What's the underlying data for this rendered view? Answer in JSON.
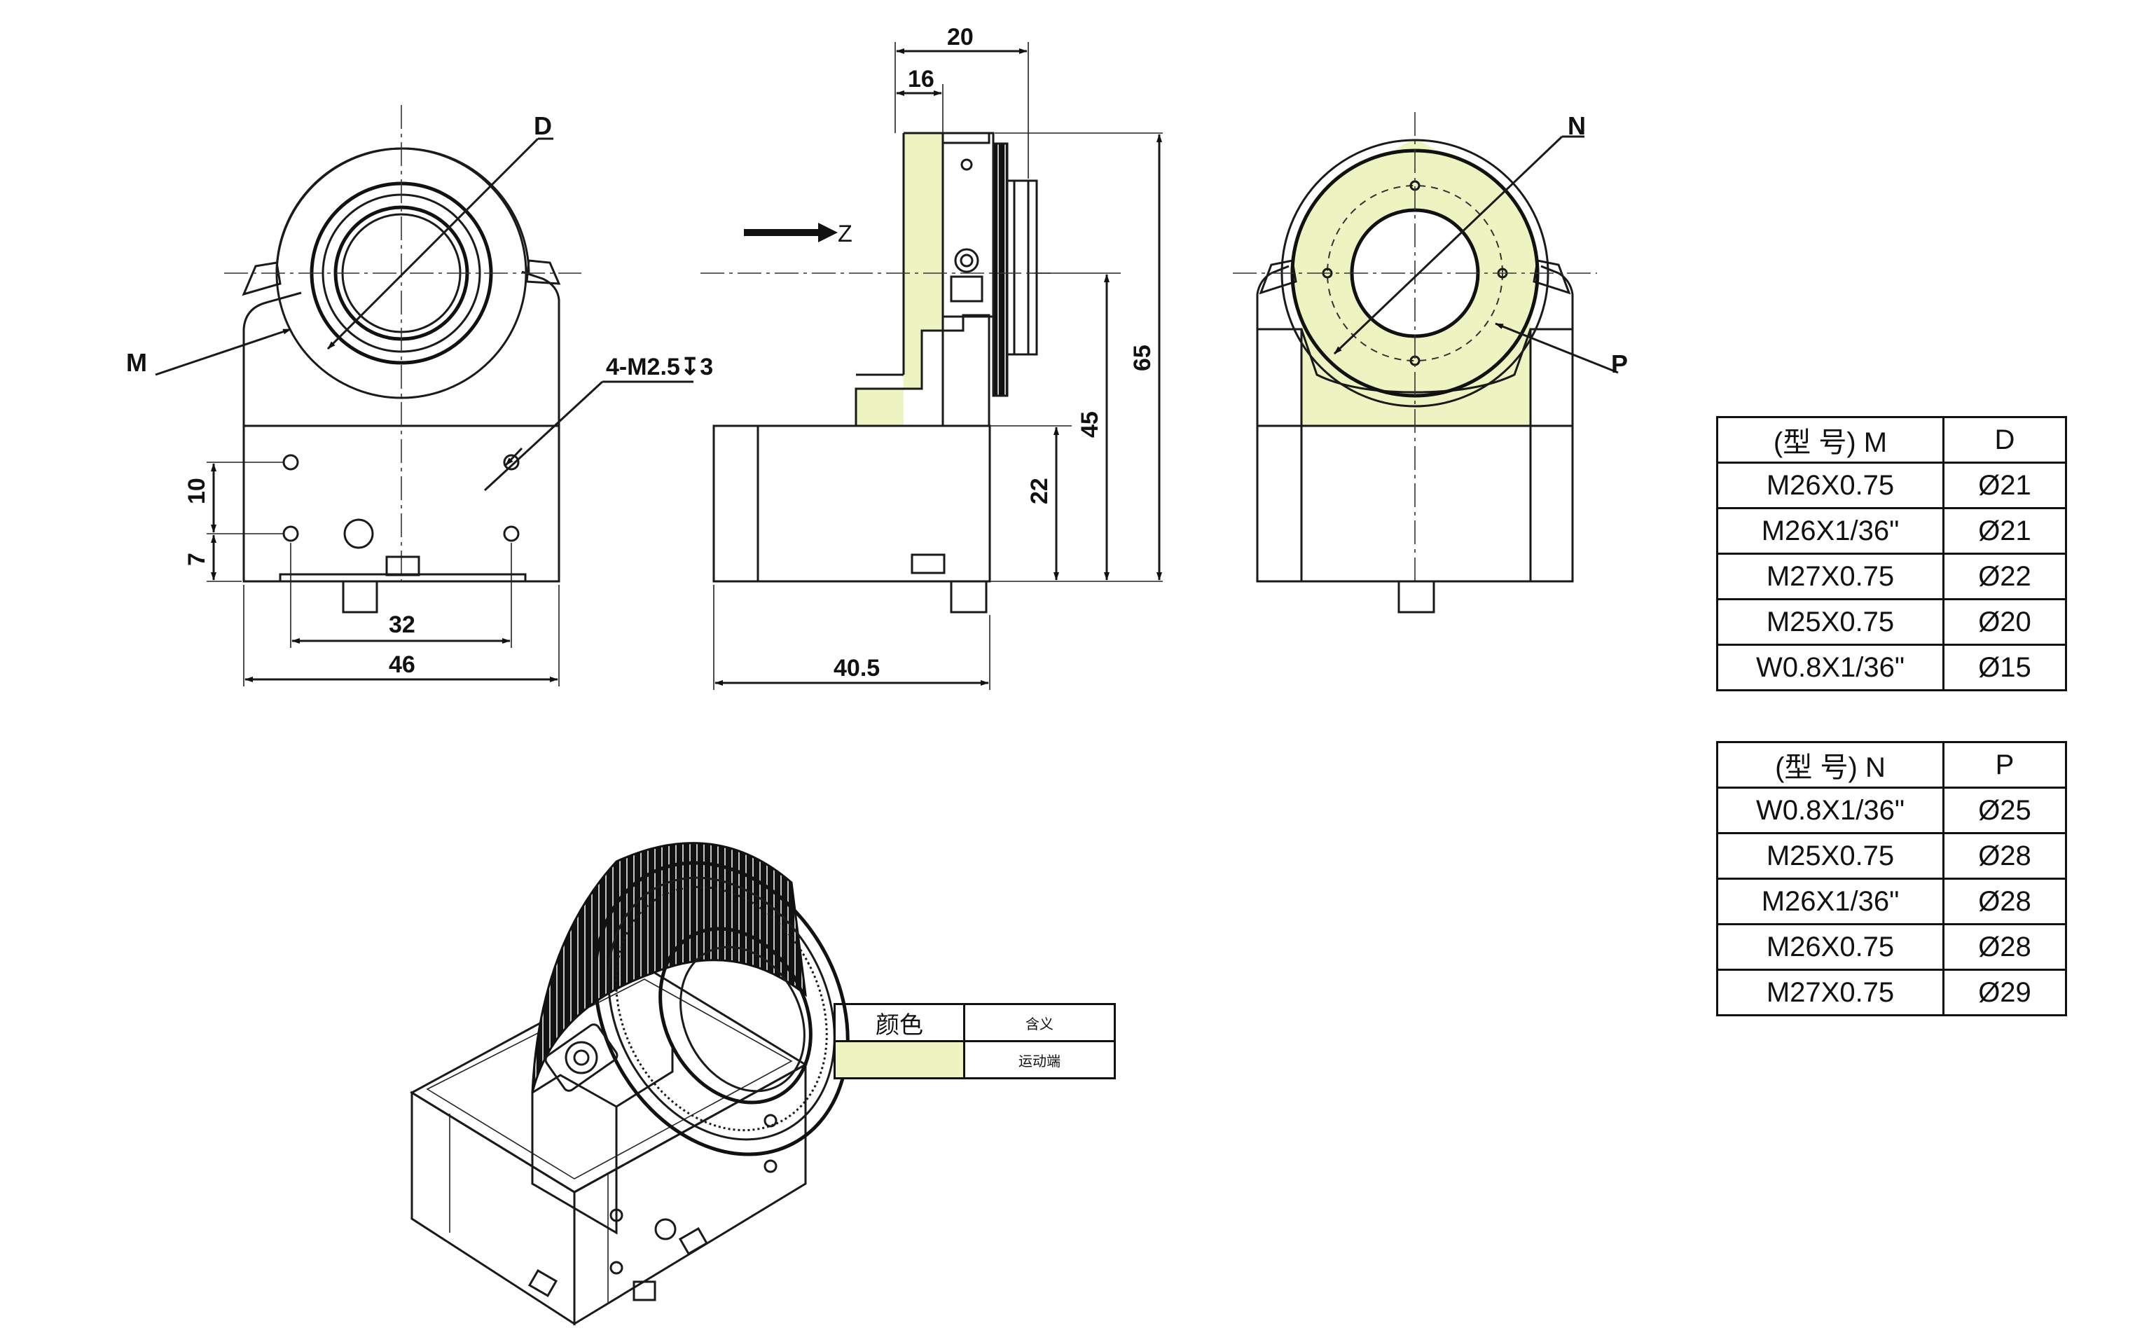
{
  "front_view": {
    "label_d": "D",
    "label_m": "M",
    "hole_note": "4-M2.5↧3",
    "dim_width": "46",
    "dim_hole_spacing": "32",
    "dim_v1": "10",
    "dim_v2": "7"
  },
  "side_view": {
    "dim_top_outer": "20",
    "dim_top_inner": "16",
    "arrow_label": "Z",
    "dim_height_total": "65",
    "dim_height_mid": "45",
    "dim_height_base": "22",
    "dim_length": "40.5"
  },
  "rear_view": {
    "label_n": "N",
    "label_p": "P"
  },
  "table_md": {
    "header": [
      "(型 号) M",
      "D"
    ],
    "rows": [
      [
        "M26X0.75",
        "Ø21"
      ],
      [
        "M26X1/36\"",
        "Ø21"
      ],
      [
        "M27X0.75",
        "Ø22"
      ],
      [
        "M25X0.75",
        "Ø20"
      ],
      [
        "W0.8X1/36\"",
        "Ø15"
      ]
    ]
  },
  "table_np": {
    "header": [
      "(型 号) N",
      "P"
    ],
    "rows": [
      [
        "W0.8X1/36\"",
        "Ø25"
      ],
      [
        "M25X0.75",
        "Ø28"
      ],
      [
        "M26X1/36\"",
        "Ø28"
      ],
      [
        "M26X0.75",
        "Ø28"
      ],
      [
        "M27X0.75",
        "Ø29"
      ]
    ]
  },
  "legend": {
    "col_color": "颜色",
    "col_meaning": "含义",
    "row_meaning": "运动端",
    "swatch_color": "#eef3c2"
  }
}
